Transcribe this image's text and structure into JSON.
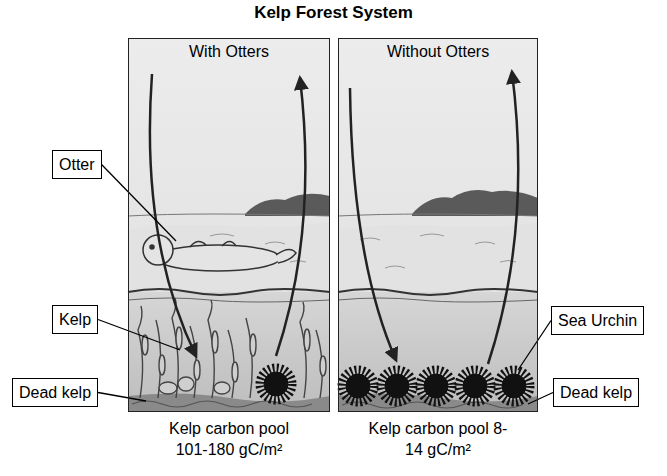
{
  "diagram": {
    "title": "Kelp Forest System",
    "nodes": [
      {
        "text": [
          "With Otters"
        ]
      },
      {
        "text": [
          "Without Otters"
        ]
      },
      {
        "text": [
          "Otter"
        ]
      },
      {
        "text": [
          "Kelp"
        ]
      },
      {
        "text": [
          "Dead kelp"
        ]
      },
      {
        "text": [
          "Sea Urchin"
        ]
      },
      {
        "text": [
          "Dead kelp"
        ]
      }
    ],
    "labels": [
      "Kelp carbon pool 101-180 gC/m²",
      "Kelp carbon pool 8-14 gC/m²"
    ]
  }
}
